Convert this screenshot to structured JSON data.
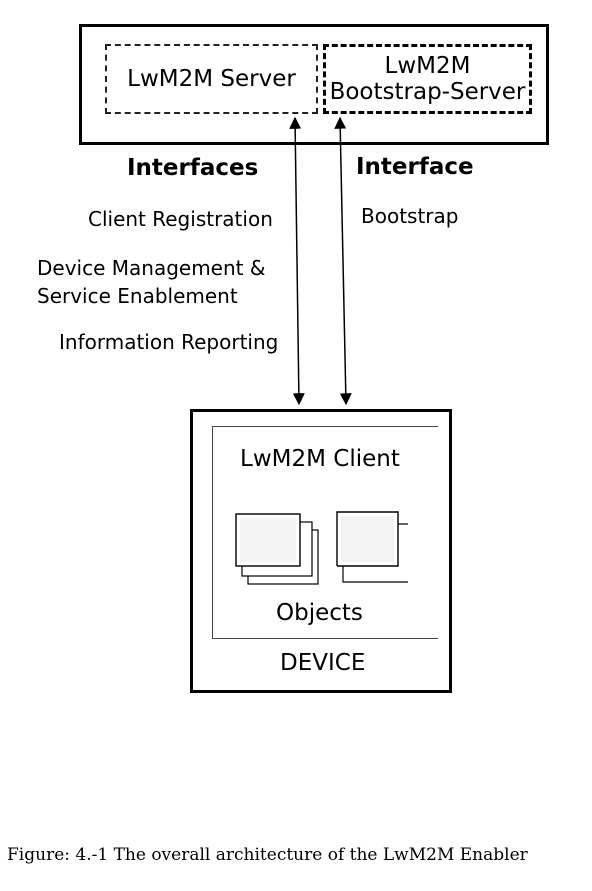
{
  "servers": {
    "lwm2m_server_label": "LwM2M Server",
    "bootstrap_server_line1": "LwM2M",
    "bootstrap_server_line2": "Bootstrap-Server"
  },
  "interfaces_left": {
    "heading": "Interfaces",
    "items": [
      "Client Registration",
      "Device Management &",
      "Service Enablement",
      "Information Reporting"
    ]
  },
  "interface_right": {
    "heading": "Interface",
    "items": [
      "Bootstrap"
    ]
  },
  "device": {
    "client_label": "LwM2M Client",
    "objects_label": "Objects",
    "device_label": "DEVICE"
  },
  "caption": "Figure: 4.-1 The overall architecture of the LwM2M Enabler"
}
